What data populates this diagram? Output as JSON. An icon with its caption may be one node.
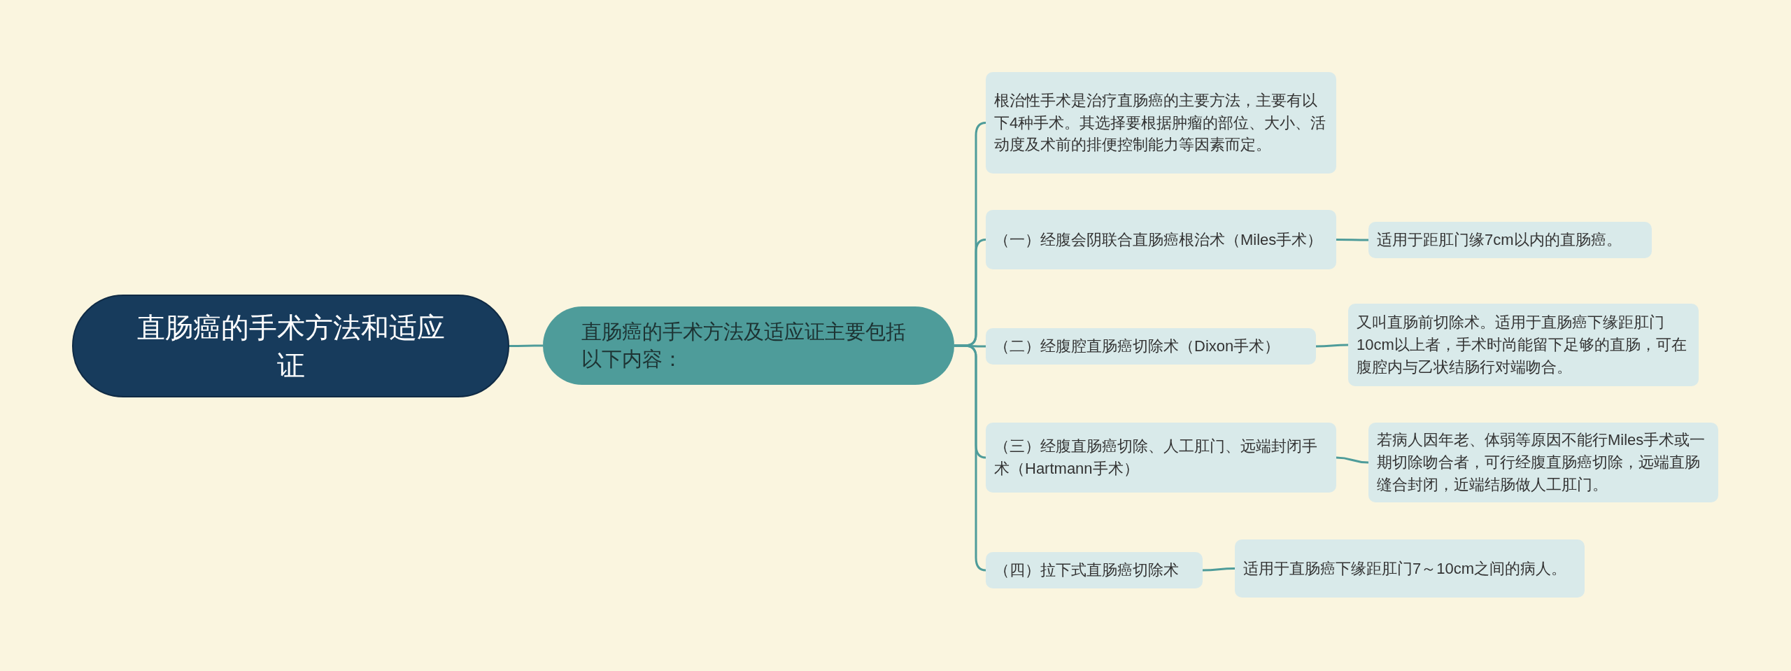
{
  "diagram": {
    "nodes": [
      {
        "text": [
          "直肠癌的手术方法和适应证"
        ]
      },
      {
        "text": [
          "直肠癌的手术方法及适应证主要包括以下内容："
        ]
      },
      {
        "text": [
          "根治性手术是治疗直肠癌的主要方法，主要有以下4种手术。其选择要根据肿瘤的部位、大小、活动度及术前的排便控制能力等因素而定。"
        ]
      },
      {
        "text": [
          "（一）经腹会阴联合直肠癌根治术（Miles手术）"
        ]
      },
      {
        "text": [
          "适用于距肛门缘7cm以内的直肠癌。"
        ]
      },
      {
        "text": [
          "（二）经腹腔直肠癌切除术（Dixon手术）"
        ]
      },
      {
        "text": [
          "又叫直肠前切除术。适用于直肠癌下缘距肛门10cm以上者，手术时尚能留下足够的直肠，可在腹腔内与乙状结肠行对端吻合。"
        ]
      },
      {
        "text": [
          "（三）经腹直肠癌切除、人工肛门、远端封闭手术（Hartmann手术）"
        ]
      },
      {
        "text": [
          "若病人因年老、体弱等原因不能行Miles手术或一期切除吻合者，可行经腹直肠癌切除，远端直肠缝合封闭，近端结肠做人工肛门。"
        ]
      },
      {
        "text": [
          "（四）拉下式直肠癌切除术"
        ]
      },
      {
        "text": [
          "适用于直肠癌下缘距肛门7～10cm之间的病人。"
        ]
      }
    ],
    "edges": [
      {
        "from": 0,
        "to": 1,
        "arrow": "none"
      },
      {
        "from": 1,
        "to": 2,
        "arrow": "none"
      },
      {
        "from": 1,
        "to": 3,
        "arrow": "none"
      },
      {
        "from": 1,
        "to": 5,
        "arrow": "none"
      },
      {
        "from": 1,
        "to": 7,
        "arrow": "none"
      },
      {
        "from": 1,
        "to": 9,
        "arrow": "none"
      },
      {
        "from": 3,
        "to": 4,
        "arrow": "none"
      },
      {
        "from": 5,
        "to": 6,
        "arrow": "none"
      },
      {
        "from": 7,
        "to": 8,
        "arrow": "none"
      },
      {
        "from": 9,
        "to": 10,
        "arrow": "none"
      }
    ]
  }
}
